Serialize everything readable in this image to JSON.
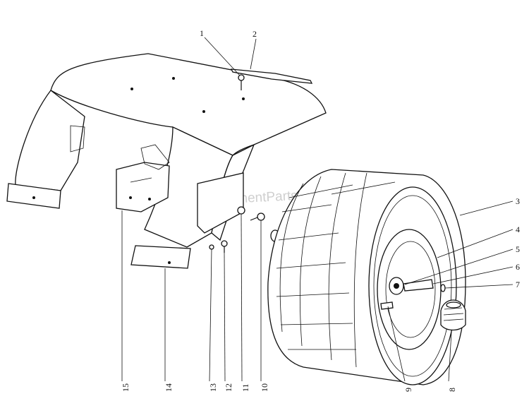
{
  "watermark": "eReplacementParts.com",
  "callouts": [
    {
      "id": "1",
      "part": "bolt"
    },
    {
      "id": "2",
      "part": "decal strip"
    },
    {
      "id": "3",
      "part": "tire"
    },
    {
      "id": "4",
      "part": "wheel rim"
    },
    {
      "id": "5",
      "part": "hub"
    },
    {
      "id": "6",
      "part": "axle pin"
    },
    {
      "id": "7",
      "part": "washer"
    },
    {
      "id": "8",
      "part": "dust cap"
    },
    {
      "id": "9",
      "part": "valve stem"
    },
    {
      "id": "10",
      "part": "bolt"
    },
    {
      "id": "11",
      "part": "nut"
    },
    {
      "id": "12",
      "part": "screw"
    },
    {
      "id": "13",
      "part": "washer"
    },
    {
      "id": "14",
      "part": "fender"
    },
    {
      "id": "15",
      "part": "bracket"
    }
  ]
}
